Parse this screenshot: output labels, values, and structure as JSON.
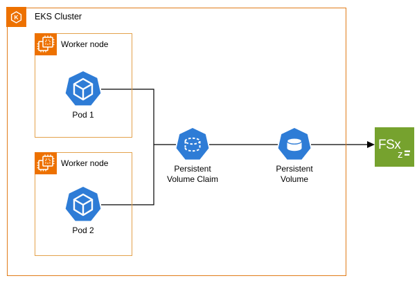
{
  "colors": {
    "aws-orange": "#ED7100",
    "cluster-border": "#E07B17",
    "worker-border": "#E3A14B",
    "k8s-blue": "#2E7CD6",
    "fsx-green": "#76A22E",
    "line": "#000000",
    "label": "#000000"
  },
  "cluster": {
    "label": "EKS Cluster"
  },
  "worker_nodes": [
    {
      "label": "Worker node",
      "pod": "Pod 1"
    },
    {
      "label": "Worker node",
      "pod": "Pod 2"
    }
  ],
  "pvc": {
    "line1": "Persistent",
    "line2": "Volume Claim"
  },
  "pv": {
    "line1": "Persistent",
    "line2": "Volume"
  },
  "fsx": {
    "text": "FSx",
    "sub": "z"
  },
  "eks_icon_letter": "K"
}
